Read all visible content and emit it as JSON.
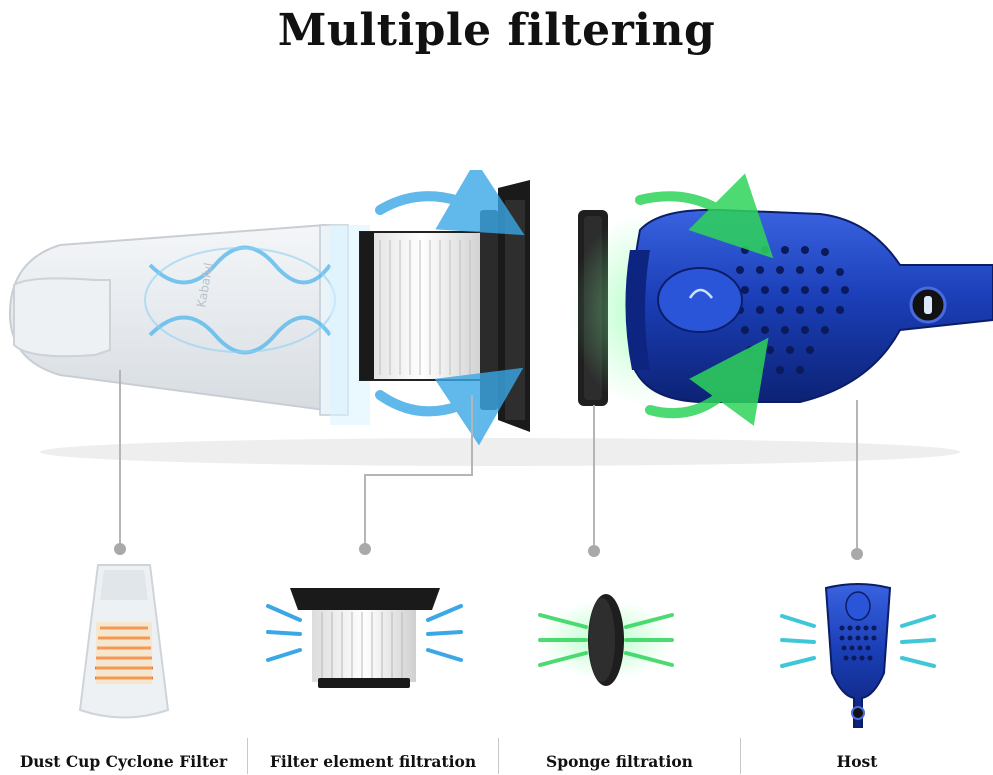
{
  "title": "Multiple filtering",
  "brand_mark": "Kabaful",
  "components": [
    {
      "label": "Dust Cup Cyclone Filter",
      "icon": "dust-cup-icon"
    },
    {
      "label": "Filter element filtration",
      "icon": "filter-element-icon"
    },
    {
      "label": "Sponge filtration",
      "icon": "sponge-icon"
    },
    {
      "label": "Host",
      "icon": "host-icon"
    }
  ],
  "colors": {
    "airflow_blue": "#3aa7e6",
    "airflow_green": "#2fd45a",
    "body_blue": "#1b3fb8",
    "filter_black": "#1a1a1a",
    "leader_gray": "#b5b5b5"
  }
}
